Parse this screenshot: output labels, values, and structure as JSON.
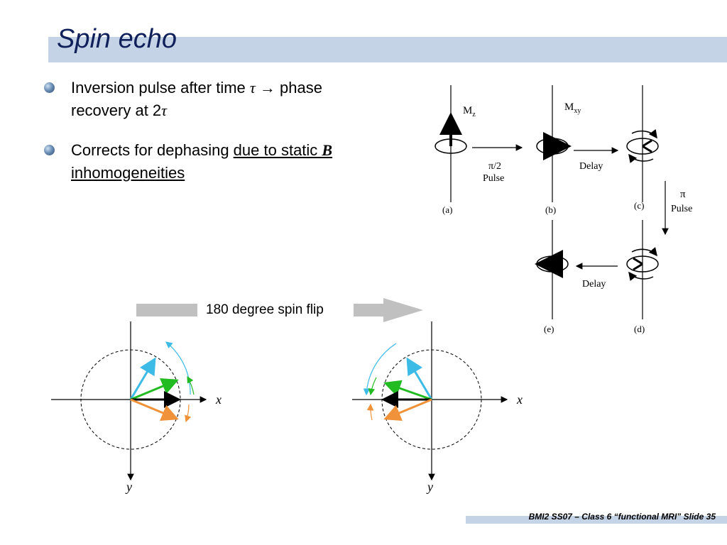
{
  "slide": {
    "title": "Spin echo",
    "footer": "BMI2 SS07 – Class 6 “functional MRI” Slide 35"
  },
  "bullets": [
    {
      "pre": "Inversion pulse after time ",
      "tau1": "τ",
      "arrow": " → ",
      "post": "phase recovery at 2",
      "tau2": "τ"
    },
    {
      "pre": "Corrects for dephasing ",
      "u1": "due to static ",
      "b": "B",
      "u2": " inhomogeneities"
    }
  ],
  "diagram": {
    "mz": "M",
    "mz_sub": "z",
    "mxy": "M",
    "mxy_sub": "xy",
    "pulse90_top": "π/2",
    "pulse90_bottom": "Pulse",
    "delay1": "Delay",
    "pulse180_top": "π",
    "pulse180_bottom": "Pulse",
    "delay2": "Delay",
    "label_a": "(a)",
    "label_b": "(b)",
    "label_c": "(c)",
    "label_d": "(d)",
    "label_e": "(e)"
  },
  "flip": {
    "label": "180 degree spin flip"
  },
  "vectors": {
    "x_label": "x",
    "y_label": "y",
    "colors": {
      "fast": "#3cbbe6",
      "medium": "#22bb22",
      "slow": "#f0923a",
      "net": "#000000"
    }
  }
}
